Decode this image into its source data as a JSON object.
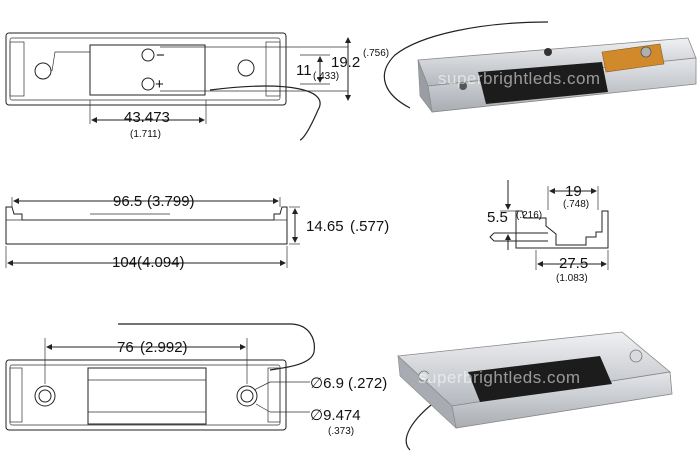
{
  "watermark": "superbrightleds.com",
  "top_view": {
    "minus_symbol": "−",
    "plus_symbol": "+",
    "dim_width_mm": "43.473",
    "dim_width_in": "(1.711)",
    "dim_pad_mm": "11",
    "dim_pad_in": "(.433)",
    "dim_height_mm": "19.2",
    "dim_height_in": "(.756)"
  },
  "side_view": {
    "dim_inner_mm": "96.5",
    "dim_inner_in": "(3.799)",
    "dim_overall_mm": "104",
    "dim_overall_in": "(4.094)",
    "dim_height_mm": "14.65",
    "dim_height_in": "(.577)"
  },
  "end_view": {
    "dim_top_mm": "19",
    "dim_top_in": "(.748)",
    "dim_step_mm": "5.5",
    "dim_step_in": "(.216)",
    "dim_bottom_mm": "27.5",
    "dim_bottom_in": "(1.083)"
  },
  "bottom_view": {
    "dim_spacing_mm": "76",
    "dim_spacing_in": "(2.992)",
    "hole_small_mm": "∅6.9",
    "hole_small_in": "(.272)",
    "hole_large_mm": "∅9.474",
    "hole_large_in": "(.373)"
  },
  "colors": {
    "housing": "#c8cbd0",
    "pad": "#1c1c1c",
    "contact": "#d08a2c",
    "watermark": "#ffffff"
  }
}
